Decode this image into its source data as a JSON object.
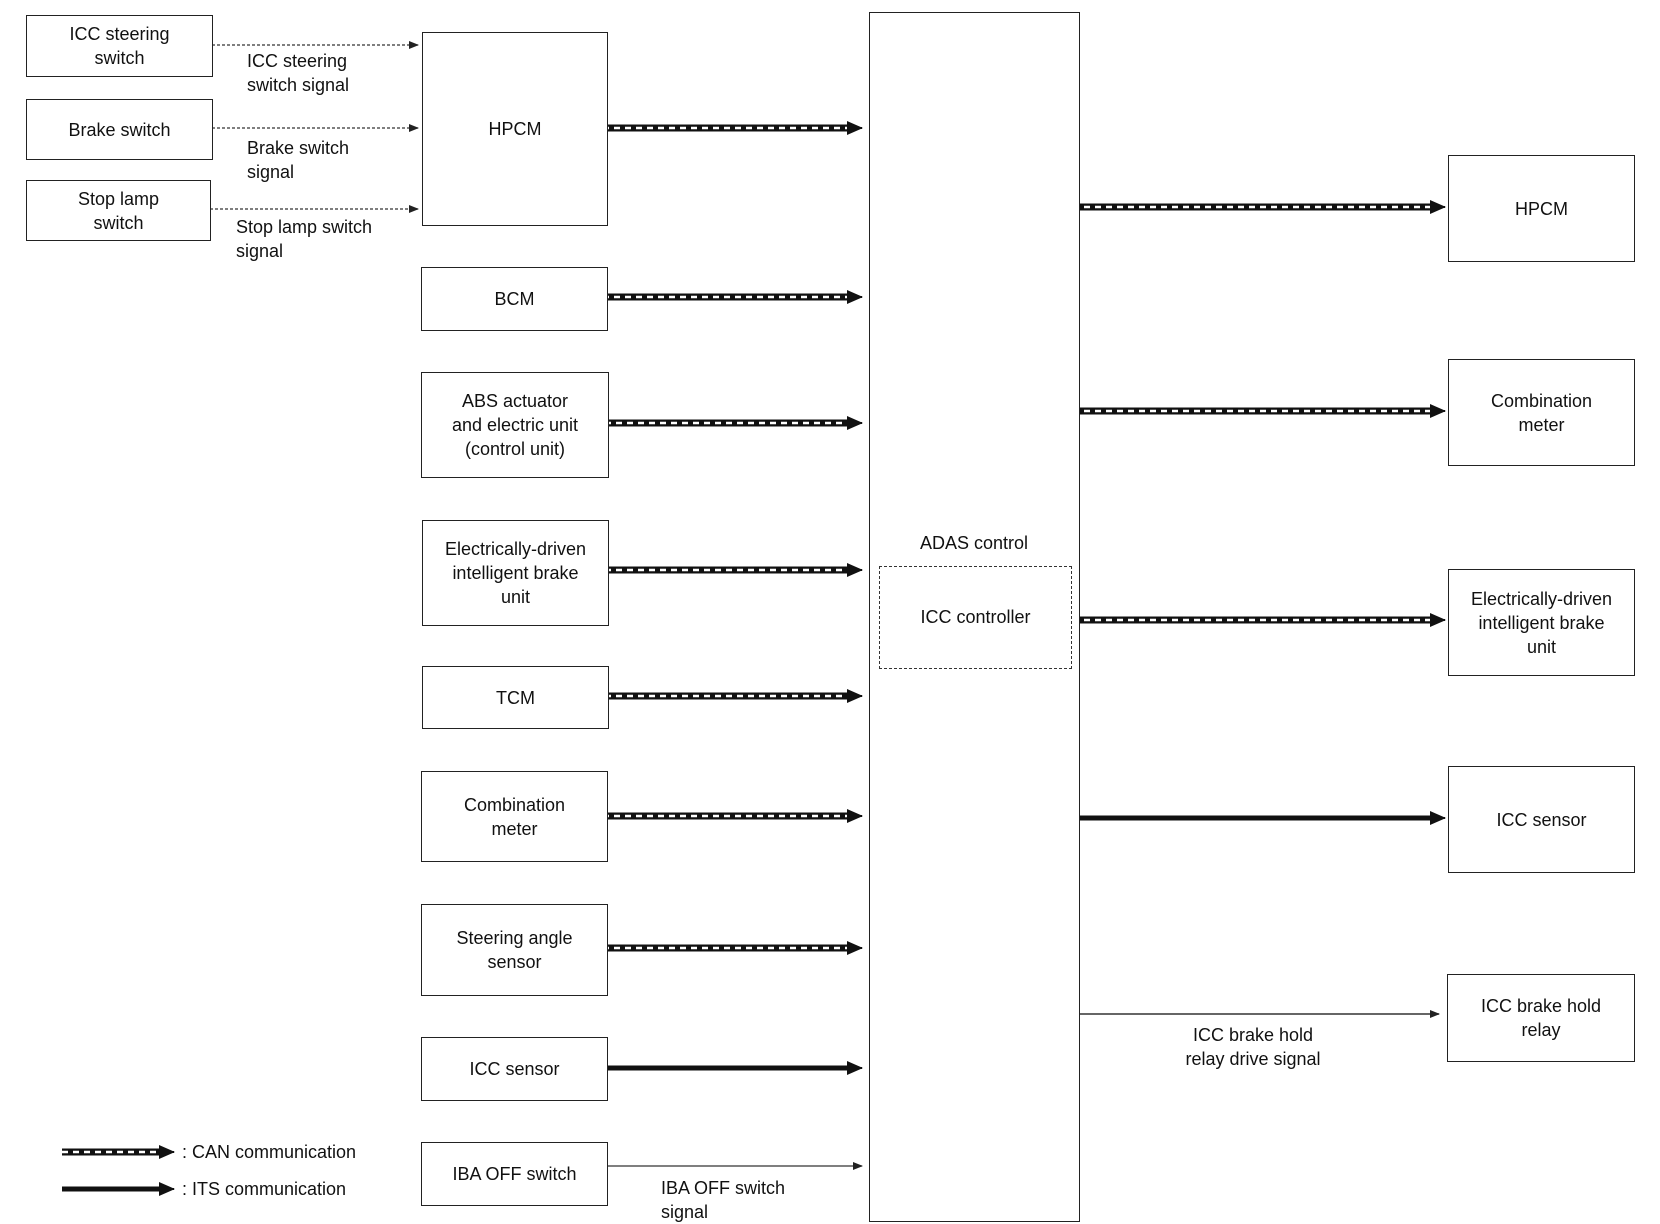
{
  "inputs_left": {
    "icc_steering_switch": "ICC steering\nswitch",
    "brake_switch": "Brake switch",
    "stop_lamp_switch": "Stop lamp\nswitch"
  },
  "signals_left": {
    "icc_steering_switch_signal": "ICC steering\nswitch signal",
    "brake_switch_signal": "Brake switch\nsignal",
    "stop_lamp_switch_signal": "Stop lamp switch\nsignal"
  },
  "left_units": {
    "hpcm": "HPCM",
    "bcm": "BCM",
    "abs": "ABS actuator\nand electric unit\n(control unit)",
    "brake_unit": "Electrically-driven\nintelligent brake\nunit",
    "tcm": "TCM",
    "combination_meter": "Combination\nmeter",
    "steering_angle_sensor": "Steering angle\nsensor",
    "icc_sensor": "ICC sensor",
    "iba_off_switch": "IBA OFF switch"
  },
  "iba_signal": "IBA OFF switch\nsignal",
  "center": {
    "adas_control": "ADAS control",
    "icc_controller": "ICC controller"
  },
  "right_units": {
    "hpcm": "HPCM",
    "combination_meter": "Combination\nmeter",
    "brake_unit": "Electrically-driven\nintelligent brake\nunit",
    "icc_sensor": "ICC sensor",
    "icc_brake_hold_relay": "ICC brake hold\nrelay"
  },
  "relay_signal": "ICC brake hold\nrelay drive signal",
  "legend": {
    "can": ": CAN communication",
    "its": ": ITS communication"
  }
}
